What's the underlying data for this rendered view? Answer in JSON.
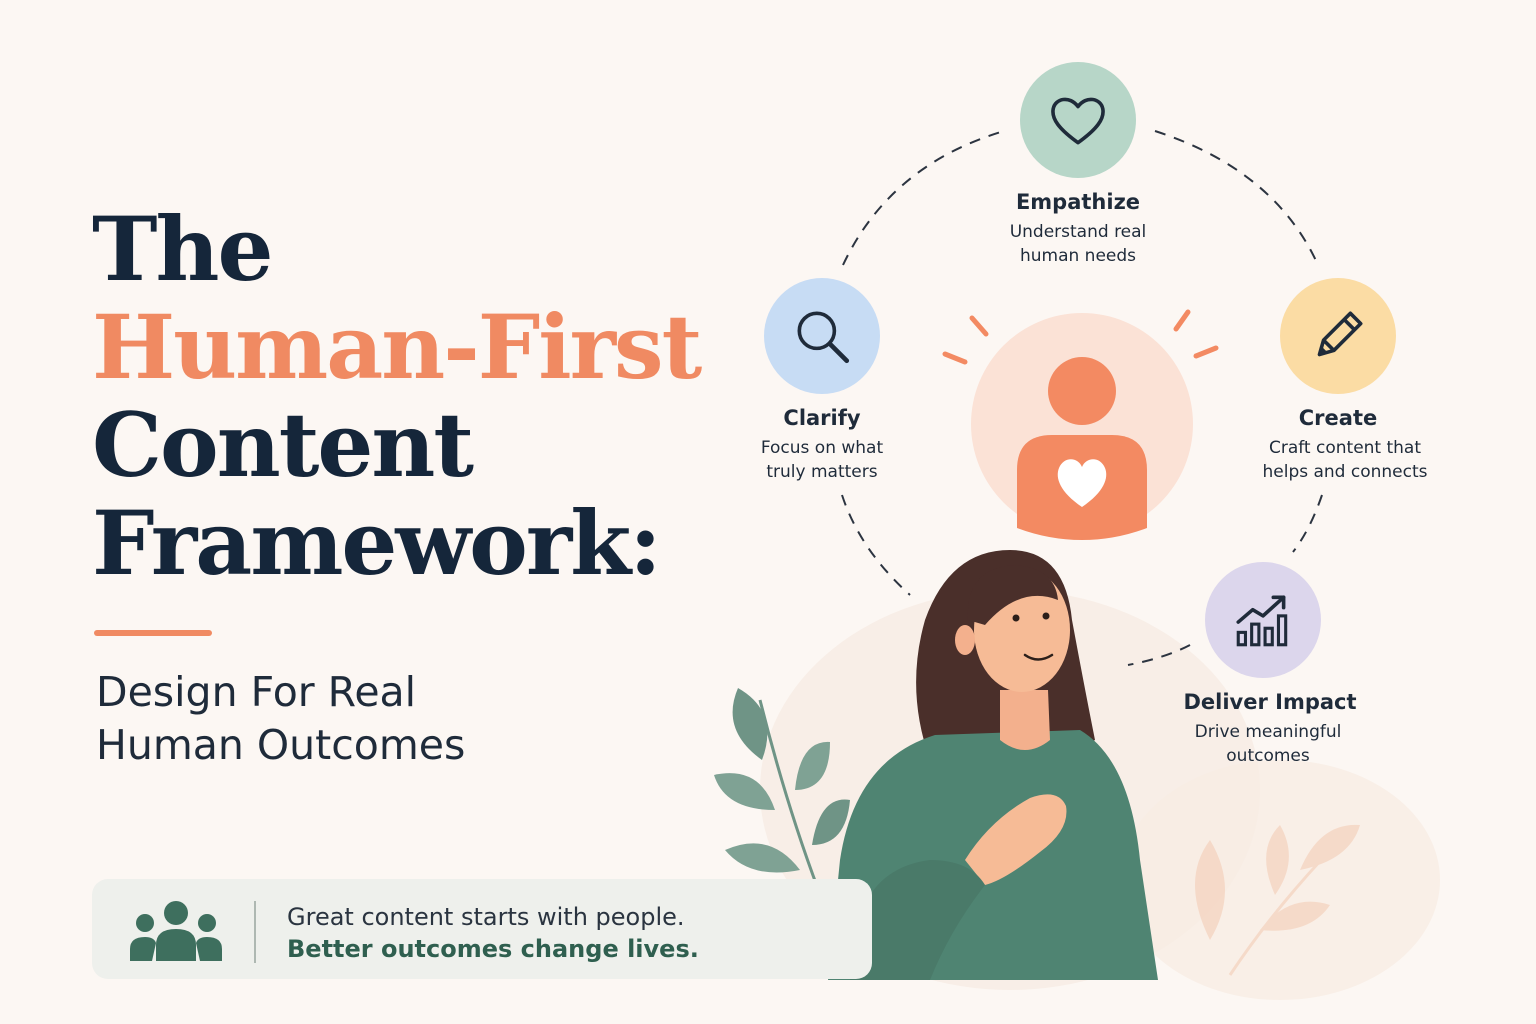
{
  "title": {
    "line1": "The",
    "line2": "Human-First",
    "line3": "Content",
    "line4": "Framework:"
  },
  "subtitle": {
    "line1": "Design For Real",
    "line2": "Human Outcomes"
  },
  "banner": {
    "icon": "people-group-icon",
    "line1": "Great content starts with people.",
    "line2": "Better outcomes change lives."
  },
  "steps": {
    "empathize": {
      "title": "Empathize",
      "desc_line1": "Understand real",
      "desc_line2": "human needs",
      "icon": "heart-icon",
      "color": "#b7d6c8"
    },
    "clarify": {
      "title": "Clarify",
      "desc_line1": "Focus on what",
      "desc_line2": "truly matters",
      "icon": "search-icon",
      "color": "#c7dcf4"
    },
    "create": {
      "title": "Create",
      "desc_line1": "Craft content that",
      "desc_line2": "helps and connects",
      "icon": "pencil-icon",
      "color": "#fbdca4"
    },
    "deliver": {
      "title": "Deliver Impact",
      "desc_line1": "Drive meaningful",
      "desc_line2": "outcomes",
      "icon": "growth-chart-icon",
      "color": "#dcd6ec"
    }
  },
  "colors": {
    "accent": "#f08a62",
    "navy": "#15263a",
    "green": "#4f8472",
    "background": "#fcf7f3"
  }
}
